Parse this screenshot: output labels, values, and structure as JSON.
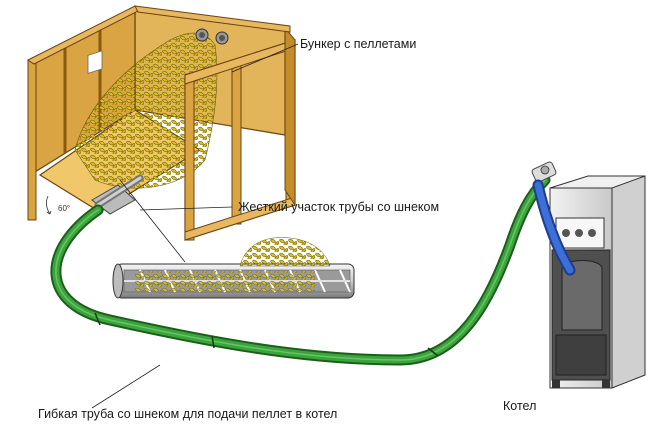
{
  "labels": {
    "bunker": "Бункер с пеллетами",
    "rigid_pipe": "Жесткий участок трубы со шнеком",
    "flex_pipe": "Гибкая труба со шнеком для подачи пеллет в котел",
    "boiler": "Котел",
    "angle": "60°"
  },
  "colors": {
    "wood": "#d9a441",
    "wood_dark": "#8a5a10",
    "pellet": "#d8c21f",
    "pipe_green": "#2f8f2f",
    "pipe_green_dark": "#1d5e1d",
    "boiler_body": "#e6e6e6",
    "boiler_front": "#555555",
    "boiler_blue": "#3c6fd8"
  }
}
